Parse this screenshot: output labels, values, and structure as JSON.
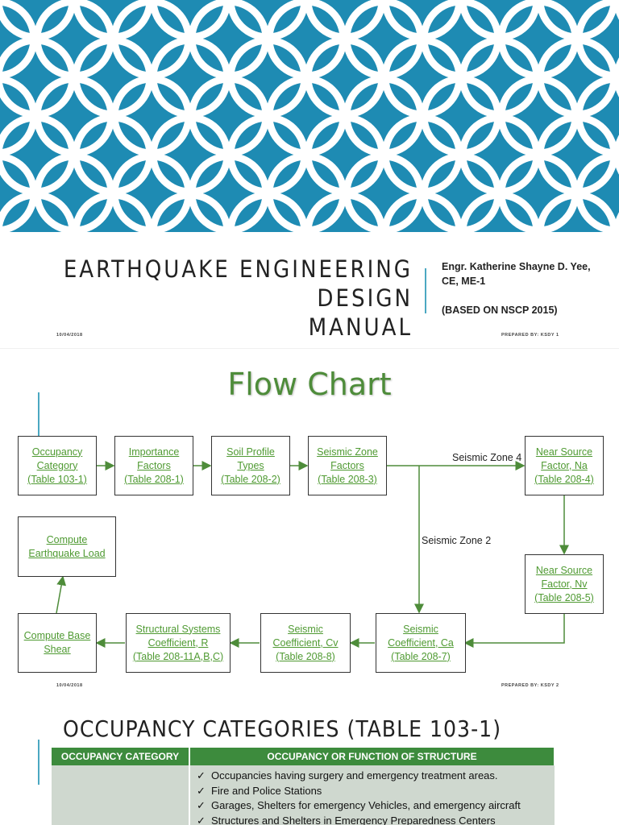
{
  "slide1": {
    "title_line1": "EARTHQUAKE ENGINEERING DESIGN",
    "title_line2": "MANUAL",
    "author_line1": "Engr. Katherine Shayne D. Yee,",
    "author_line2": "CE, ME-1",
    "basis": "(BASED ON NSCP 2015)",
    "footer_date": "10/04/2018",
    "footer_prepared": "PREPARED BY: KSDY",
    "footer_page": "1",
    "pattern_color": "#1e8bb3"
  },
  "slide2": {
    "title": "Flow Chart",
    "boxes": {
      "occupancy": [
        "Occupancy",
        "Category",
        "(Table 103-1)"
      ],
      "importance": [
        "Importance",
        "Factors",
        "(Table 208-1)"
      ],
      "soil": [
        "Soil Profile",
        "Types",
        "(Table 208-2)"
      ],
      "zone": [
        "Seismic Zone",
        "Factors",
        "(Table 208-3)"
      ],
      "na": [
        "Near Source",
        "Factor, Na",
        "(Table 208-4)"
      ],
      "nv": [
        "Near Source",
        "Factor, Nv",
        "(Table 208-5)"
      ],
      "ca": [
        "Seismic",
        "Coefficient, Ca",
        "(Table 208-7)"
      ],
      "cv": [
        "Seismic",
        "Coefficient, Cv",
        "(Table 208-8)"
      ],
      "r": [
        "Structural Systems",
        "Coefficient, R",
        "(Table 208-11A,B,C)"
      ],
      "shear": [
        "Compute Base",
        "Shear"
      ],
      "load": [
        "Compute",
        "Earthquake Load"
      ]
    },
    "label_zone4": "Seismic Zone 4",
    "label_zone2": "Seismic Zone 2",
    "footer_date": "10/04/2018",
    "footer_prepared": "PREPARED BY: KSDY",
    "footer_page": "2",
    "link_color": "#4f9a32",
    "arrow_color": "#4e8c3a"
  },
  "slide3": {
    "title": "OCCUPANCY CATEGORIES (TABLE 103-1)",
    "headers": [
      "OCCUPANCY CATEGORY",
      "OCCUPANCY OR FUNCTION OF STRUCTURE"
    ],
    "items": [
      "Occupancies having surgery and emergency treatment areas.",
      "Fire and Police Stations",
      "Garages, Shelters for emergency Vehicles, and emergency aircraft",
      "Structures and Shelters in Emergency Preparedness Centers"
    ],
    "check": "✓",
    "header_color": "#3d8b3d"
  }
}
